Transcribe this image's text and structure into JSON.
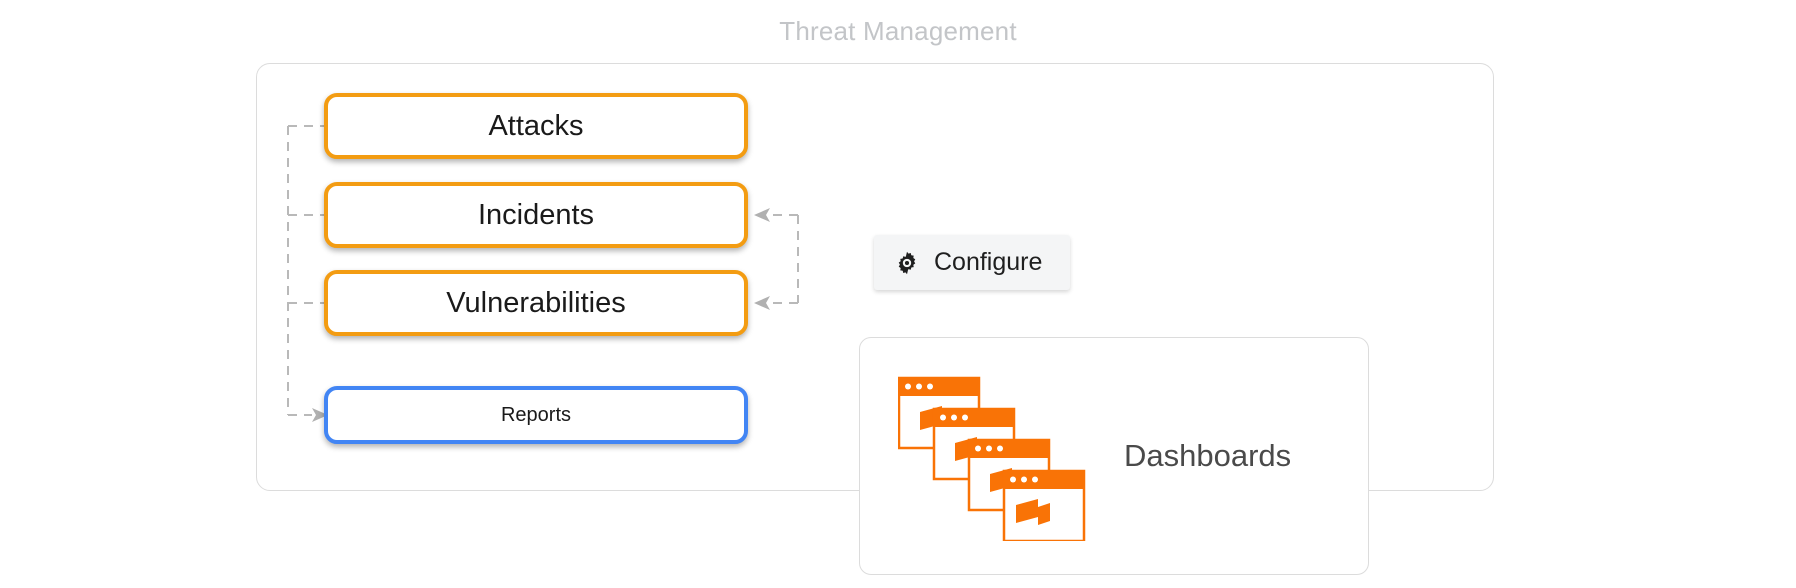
{
  "diagram": {
    "title": "Threat Management",
    "title_color": "#c3c5c8"
  },
  "group_panel": {
    "name": "threat-management-group"
  },
  "nodes": [
    {
      "id": "attacks",
      "label": "Attacks",
      "accent": "#f39c12",
      "style": "orange"
    },
    {
      "id": "incidents",
      "label": "Incidents",
      "accent": "#f39c12",
      "style": "orange"
    },
    {
      "id": "vulnerabilities",
      "label": "Vulnerabilities",
      "accent": "#f39c12",
      "style": "orange"
    },
    {
      "id": "reports",
      "label": "Reports",
      "accent": "#4285f4",
      "style": "blue"
    }
  ],
  "configure_button": {
    "label": "Configure",
    "icon": "gear-icon",
    "background": "#f4f5f6"
  },
  "dashboards_panel": {
    "label": "Dashboards",
    "icon": "cascading-windows-icon",
    "icon_color": "#f97306",
    "label_color": "#4a4a4a"
  },
  "connectors": {
    "line_color": "#b9b9b9",
    "arrow_color": "#b0b0b0",
    "style": "dashed",
    "left_bus_targets": [
      "attacks",
      "incidents",
      "vulnerabilities"
    ],
    "left_arrow_target": "reports",
    "right_bus_targets": [
      "incidents",
      "vulnerabilities"
    ]
  }
}
